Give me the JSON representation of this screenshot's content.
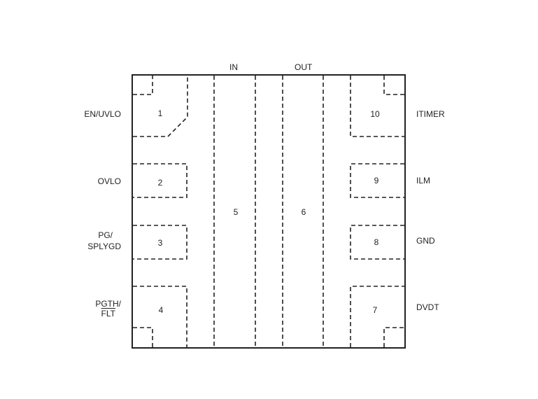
{
  "top_labels": {
    "in": "IN",
    "out": "OUT"
  },
  "pins": {
    "p1": {
      "number": "1",
      "label": "EN/UVLO"
    },
    "p2": {
      "number": "2",
      "label": "OVLO"
    },
    "p3": {
      "number": "3",
      "label_line1": "PG/",
      "label_line2": "SPLYGD"
    },
    "p4": {
      "number": "4",
      "label_line1": "PGTH/",
      "label_line2": "FLT"
    },
    "p5": {
      "number": "5"
    },
    "p6": {
      "number": "6"
    },
    "p7": {
      "number": "7",
      "label": "DVDT"
    },
    "p8": {
      "number": "8",
      "label": "GND"
    },
    "p9": {
      "number": "9",
      "label": "ILM"
    },
    "p10": {
      "number": "10",
      "label": "ITIMER"
    }
  },
  "style": {
    "stroke_color": "#222222",
    "background": "#ffffff"
  }
}
